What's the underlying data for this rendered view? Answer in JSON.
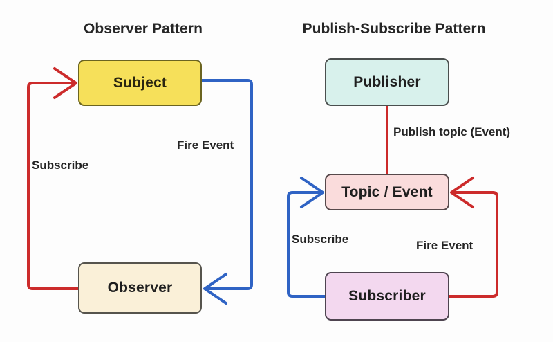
{
  "diagram": {
    "background": "#fdfdfd",
    "panels": [
      {
        "id": "observer",
        "title": "Observer Pattern"
      },
      {
        "id": "pubsub",
        "title": "Publish-Subscribe Pattern"
      }
    ],
    "nodes": [
      {
        "id": "subject",
        "label": "Subject",
        "fill": "#f6e05a",
        "stroke": "#6b6420"
      },
      {
        "id": "observer",
        "label": "Observer",
        "fill": "#faf0d8",
        "stroke": "#56544d"
      },
      {
        "id": "publisher",
        "label": "Publisher",
        "fill": "#d8f1ec",
        "stroke": "#4a4f4e"
      },
      {
        "id": "topic",
        "label": "Topic / Event",
        "fill": "#fadcdc",
        "stroke": "#57494b"
      },
      {
        "id": "subscriber",
        "label": "Subscriber",
        "fill": "#f3d8ef",
        "stroke": "#4e4450"
      }
    ],
    "edges": [
      {
        "id": "observer-subscribe",
        "label": "Subscribe",
        "color": "#cc2b2b",
        "from": "observer",
        "to": "subject"
      },
      {
        "id": "observer-fire-event",
        "label": "Fire Event",
        "color": "#2f63c4",
        "from": "subject",
        "to": "observer"
      },
      {
        "id": "publish-topic",
        "label": "Publish topic (Event)",
        "color": "#cc2b2b",
        "from": "publisher",
        "to": "topic"
      },
      {
        "id": "pubsub-subscribe",
        "label": "Subscribe",
        "color": "#2f63c4",
        "from": "subscriber",
        "to": "topic"
      },
      {
        "id": "pubsub-fire-event",
        "label": "Fire Event",
        "color": "#cc2b2b",
        "from": "subscriber",
        "to": "topic"
      }
    ],
    "colors": {
      "red": "#cc2b2b",
      "blue": "#2f63c4",
      "text": "#242424"
    }
  }
}
